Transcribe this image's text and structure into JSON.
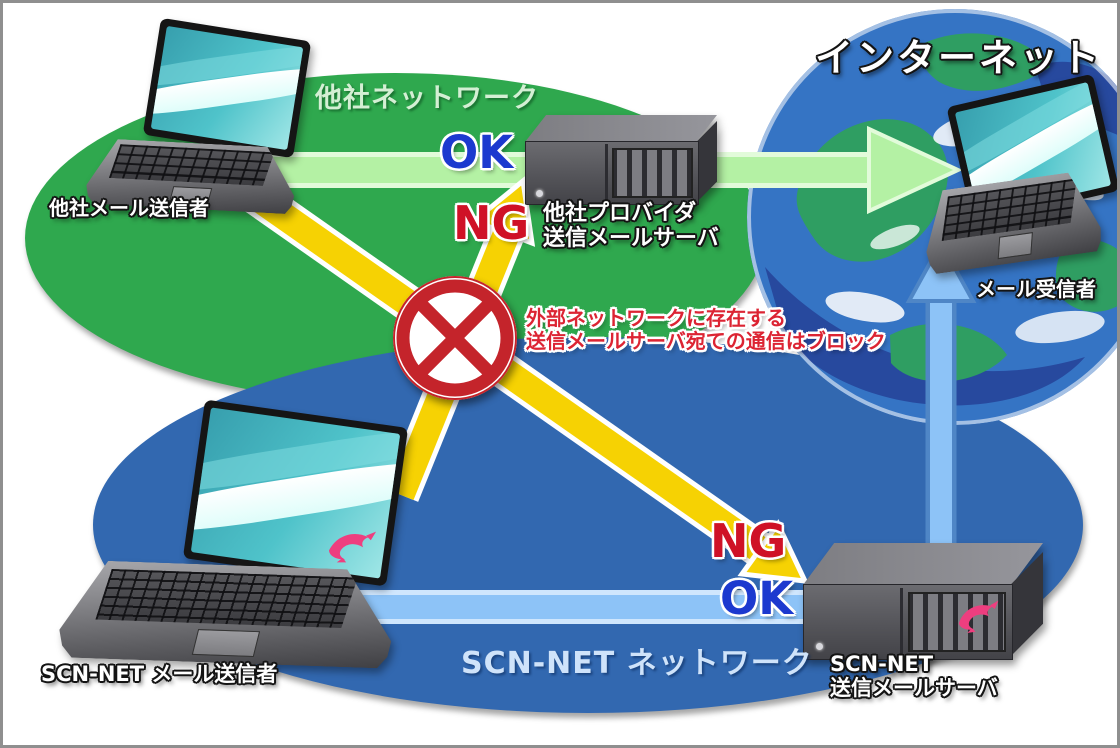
{
  "diagram_type": "mail-blocking-network-diagram",
  "title": "インターネット",
  "networks": {
    "other": {
      "label": "他社ネットワーク"
    },
    "scn": {
      "label": "SCN-NET ネットワーク"
    }
  },
  "nodes": {
    "other_sender": {
      "label": "他社メール送信者",
      "type": "laptop"
    },
    "other_server": {
      "label_line1": "他社プロバイダ",
      "label_line2": "送信メールサーバ",
      "type": "mail-server"
    },
    "scn_sender": {
      "label": "SCN-NET メール送信者",
      "type": "laptop"
    },
    "scn_server": {
      "label_line1": "SCN-NET",
      "label_line2": "送信メールサーバ",
      "type": "mail-server"
    },
    "receiver": {
      "label": "メール受信者",
      "type": "laptop"
    }
  },
  "markers": {
    "ok_top": "OK",
    "ng_top": "NG",
    "ng_bottom": "NG",
    "ok_bottom": "OK"
  },
  "block_note": {
    "line1": "外部ネットワークに存在する",
    "line2": "送信メールサーバ宛ての通信はブロック"
  },
  "colors": {
    "ok_blue": "#1c39cf",
    "ng_red": "#cf1126",
    "arrow_yellow": "#f6d203",
    "ok_arrow_green": "#b4f1a4",
    "scn_arrow_blue": "#8dc3f7",
    "scn_arrow_blue_outline": "#4f86c6",
    "other_network_green": "#2fa84e",
    "scn_network_blue": "#3268b0",
    "pale_green_text": "#d4efd4",
    "pale_blue_text": "#cfe3fa",
    "block_sign_red": "#c4242b",
    "note_text_red": "#dc2433",
    "globe_ocean": "#3574c4",
    "globe_land": "#2f9e62",
    "globe_deep": "#27499e",
    "dolphin_pink": "#ee3e7f",
    "laptop_screen_teal": "#4fc3ca"
  }
}
